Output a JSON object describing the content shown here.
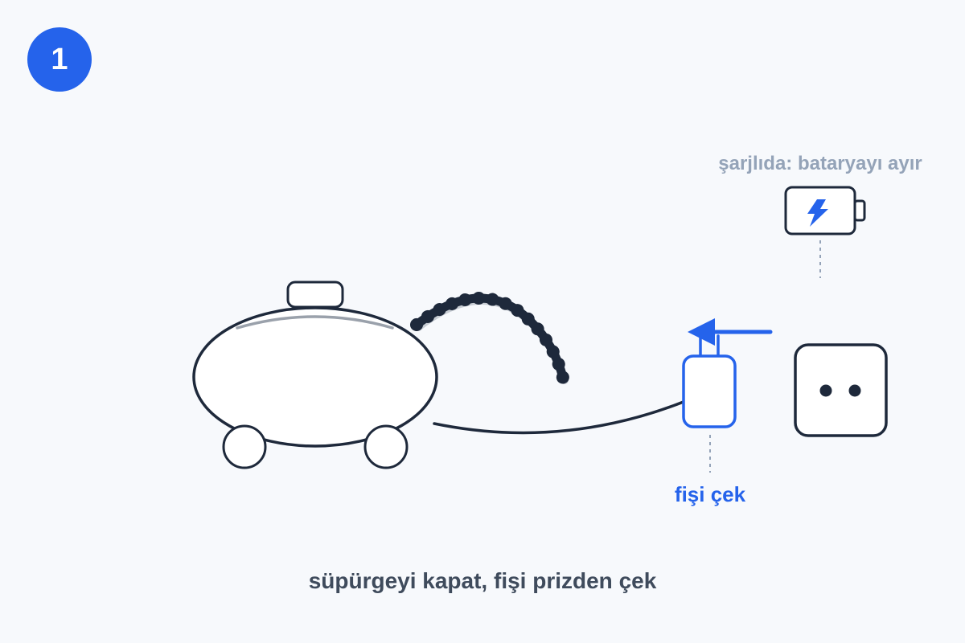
{
  "step": {
    "number": "1"
  },
  "labels": {
    "battery_note": "şarjlıda: bataryayı ayır",
    "plug_action": "fişi çek",
    "caption": "süpürgeyi kapat, fişi prizden çek"
  },
  "icons": {
    "vacuum": "vacuum-cleaner-icon",
    "hose": "hose-icon",
    "plug": "plug-icon",
    "socket": "wall-socket-icon",
    "battery": "battery-charging-icon",
    "arrow": "arrow-left-icon"
  },
  "colors": {
    "accent": "#2563eb",
    "outline": "#1e293b",
    "muted": "#94a3b8",
    "caption": "#3f4b5c",
    "background": "#f7f9fc"
  }
}
